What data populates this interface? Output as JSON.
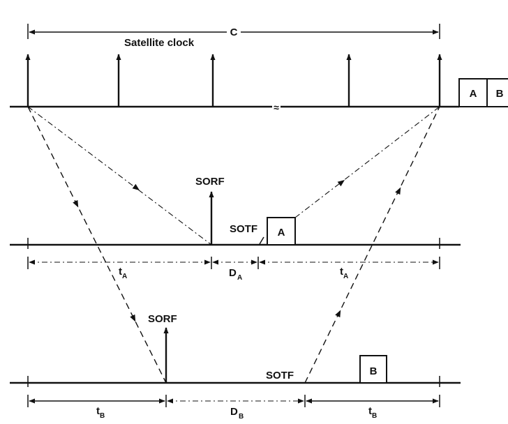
{
  "labels": {
    "cycle": "C",
    "satellite_clock": "Satellite clock",
    "sorf": "SORF",
    "sotf": "SOTF",
    "t": "t",
    "d": "D",
    "sub_a": "A",
    "sub_b": "B",
    "break_mark": "≈"
  },
  "boxes": {
    "a": "A",
    "b": "B"
  }
}
